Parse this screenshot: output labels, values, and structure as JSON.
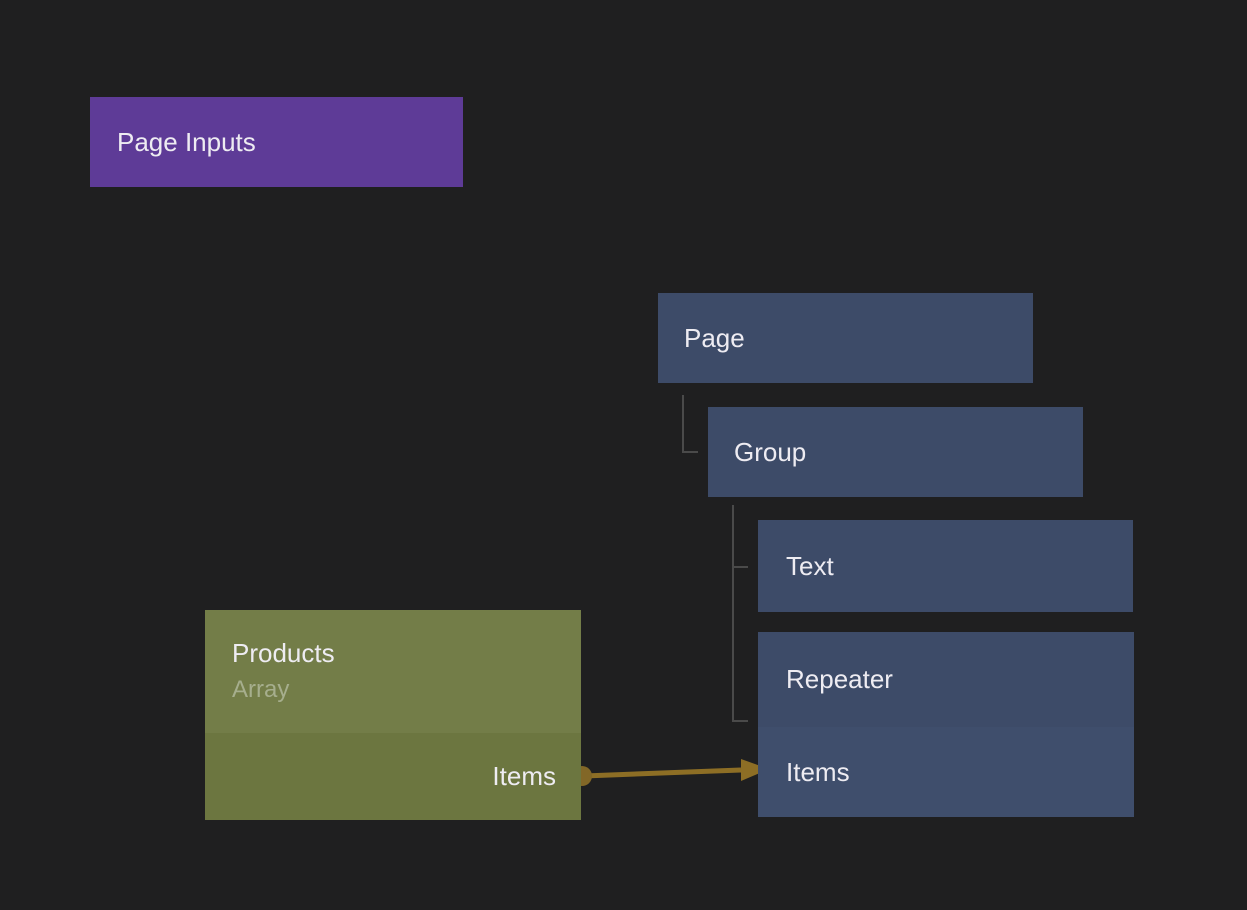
{
  "canvas": {
    "background": "#1f1f20"
  },
  "nodes": {
    "page_inputs": {
      "title": "Page Inputs",
      "color": "#5e3b97"
    },
    "page": {
      "title": "Page",
      "color": "#3d4b68"
    },
    "group": {
      "title": "Group",
      "color": "#3d4b68"
    },
    "text": {
      "title": "Text",
      "color": "#3d4b68"
    },
    "repeater": {
      "title": "Repeater",
      "color": "#3d4b68",
      "input_port": {
        "label": "Items",
        "row_color": "#3f4e6c"
      }
    },
    "products": {
      "title": "Products",
      "subtitle": "Array",
      "header_color": "#737d48",
      "body_color": "#6c7640",
      "output_port": {
        "label": "Items"
      }
    }
  },
  "connection": {
    "from": "Products.Items",
    "to": "Repeater.Items",
    "wire_color": "#8d6e25",
    "port_dot_color": "#826727"
  },
  "tree_connector_color": "#4a4a4a"
}
